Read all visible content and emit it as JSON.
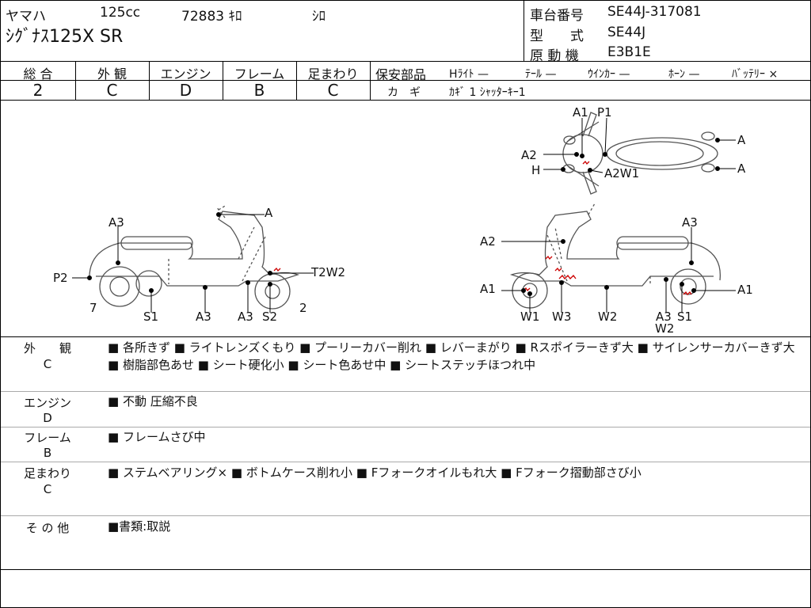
{
  "header": {
    "maker": "ヤマハ",
    "displacement": "125cc",
    "mileage": "72883 ｷﾛ",
    "color": "ｼﾛ",
    "model_name": "ｼｸﾞﾅｽ125X SR",
    "frame_no_label": "車台番号",
    "frame_no": "SE44J-317081",
    "type_label": "型　　式",
    "type": "SE44J",
    "engine_label": "原 動 機",
    "engine": "E3B1E"
  },
  "grades": [
    {
      "label": "総 合",
      "value": "2"
    },
    {
      "label": "外 観",
      "value": "C"
    },
    {
      "label": "エンジン",
      "value": "D"
    },
    {
      "label": "フレーム",
      "value": "B"
    },
    {
      "label": "足まわり",
      "value": "C"
    }
  ],
  "safety": {
    "label": "保安部品",
    "items": [
      "Hﾗｲﾄ —",
      "ﾃｰﾙ —",
      "ｳｲﾝｶｰ —",
      "ﾎｰﾝ —",
      "ﾊﾞｯﾃﾘｰ ×"
    ],
    "key_label": "カ　ギ",
    "key_value": "ｶｷﾞ 1 ｼｬｯﾀｰｷｰ1"
  },
  "diagram": {
    "top": [
      "A1",
      "P1",
      "A2",
      "H",
      "A2W1",
      "A",
      "A"
    ],
    "left": [
      "A",
      "A3",
      "P2",
      "T2W2",
      "7",
      "2",
      "S1",
      "A3",
      "A3",
      "S2"
    ],
    "right": [
      "A2",
      "A3",
      "A1",
      "A1",
      "W1",
      "W3",
      "W2",
      "A3",
      "W2",
      "S1"
    ]
  },
  "remarks": [
    {
      "label": "外　　観",
      "grade": "C",
      "text": "■ 各所きず ■ ライトレンズくもり ■ プーリーカバー削れ ■ レバーまがり ■ Rスポイラーきず大 ■ サイレンサーカバーきず大 ■ 樹脂部色あせ ■ シート硬化小 ■ シート色あせ中 ■ シートステッチほつれ中"
    },
    {
      "label": "エンジン",
      "grade": "D",
      "text": "■ 不動 圧縮不良"
    },
    {
      "label": "フレーム",
      "grade": "B",
      "text": "■ フレームさび中"
    },
    {
      "label": "足まわり",
      "grade": "C",
      "text": "■ ステムベアリング× ■ ボトムケース削れ小 ■ Fフォークオイルもれ大 ■ Fフォーク摺動部さび小"
    },
    {
      "label": "そ の 他",
      "grade": "",
      "text": "■書類:取説"
    }
  ]
}
